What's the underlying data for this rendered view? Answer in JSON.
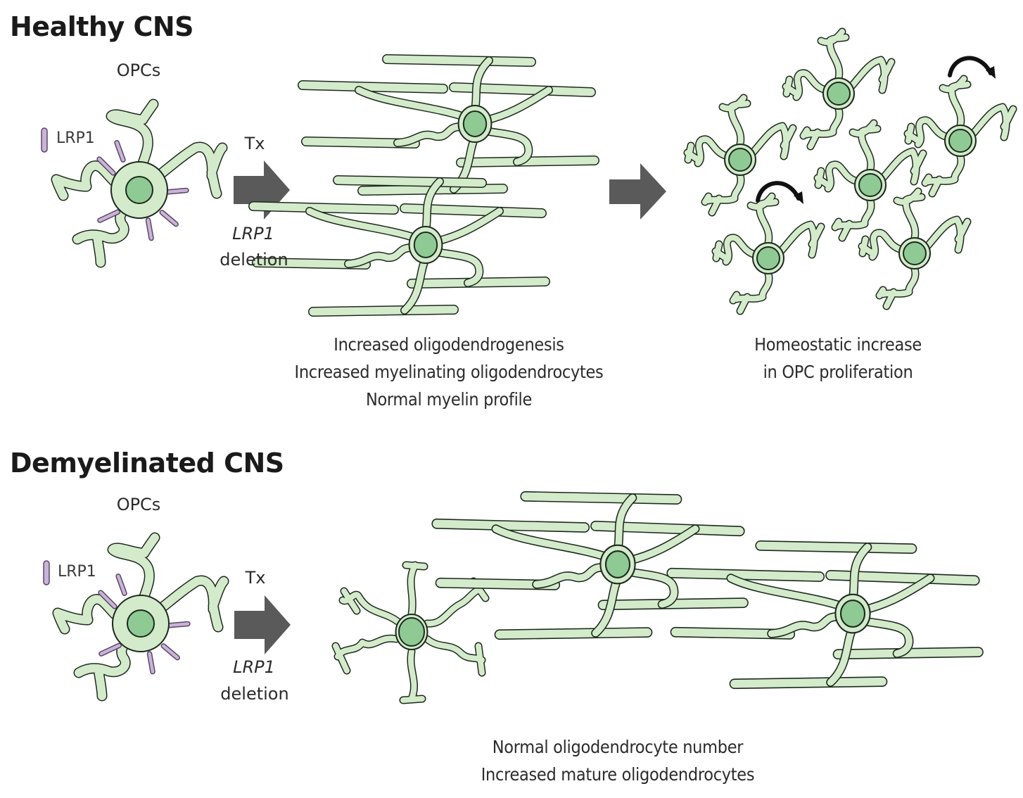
{
  "colors": {
    "cell_fill": "#d4ebcb",
    "cell_stroke": "#1c2a1c",
    "nucleus_fill": "#8fca95",
    "receptor_fill": "#c9b3d6",
    "receptor_stroke": "#5a4668",
    "arrow_fill": "#5a5a5a",
    "curved_arrow": "#111111",
    "text": "#2b2b2b"
  },
  "healthy": {
    "title": "Healthy CNS",
    "opc_label": "OPCs",
    "legend_label": "LRP1",
    "legend_icon": "lrp1-receptor-icon",
    "treatment_label": "Tx",
    "deletion_gene": "LRP1",
    "deletion_word": "deletion",
    "step1_caption": [
      "Increased oligodendrogenesis",
      "Increased myelinating oligodendrocytes",
      "Normal myelin profile"
    ],
    "step2_caption": [
      "Homeostatic increase",
      "in OPC proliferation"
    ]
  },
  "demyelinated": {
    "title": "Demyelinated CNS",
    "opc_label": "OPCs",
    "legend_label": "LRP1",
    "legend_icon": "lrp1-receptor-icon",
    "treatment_label": "Tx",
    "deletion_gene": "LRP1",
    "deletion_word": "deletion",
    "result_caption": [
      "Normal oligodendrocyte number",
      "Increased mature oligodendrocytes"
    ]
  }
}
